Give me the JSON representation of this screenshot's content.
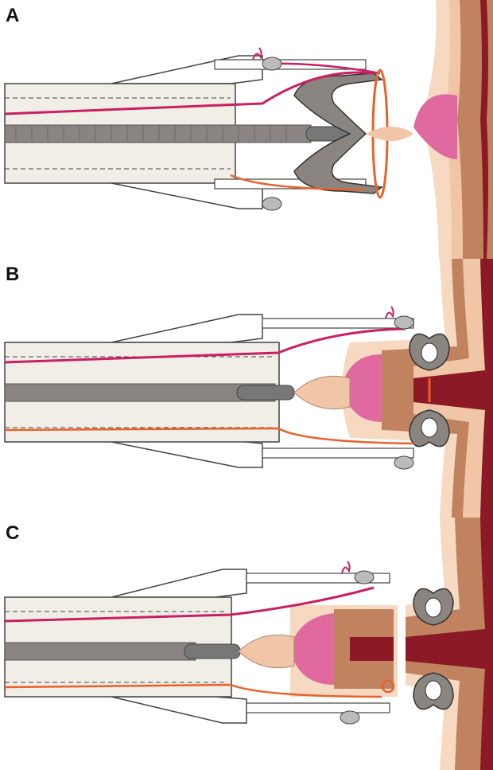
{
  "panels": [
    {
      "label": "A",
      "stage": "clip-open-approaching-wall"
    },
    {
      "label": "B",
      "stage": "clip-grasping-wall"
    },
    {
      "label": "C",
      "stage": "clip-released"
    }
  ],
  "colors": {
    "tube_fill": "#f1eee7",
    "tube_stroke": "#444444",
    "coil": "#8a8582",
    "clip_metal": "#8a8580",
    "thread_magenta": "#c91f63",
    "thread_orange": "#e8622a",
    "tissue_outer": "#f7d9c2",
    "tissue_mid": "#f1c6a6",
    "tissue_muscle": "#c1835f",
    "tissue_dark": "#8b1a26",
    "lesion_pink": "#e06aa0"
  }
}
